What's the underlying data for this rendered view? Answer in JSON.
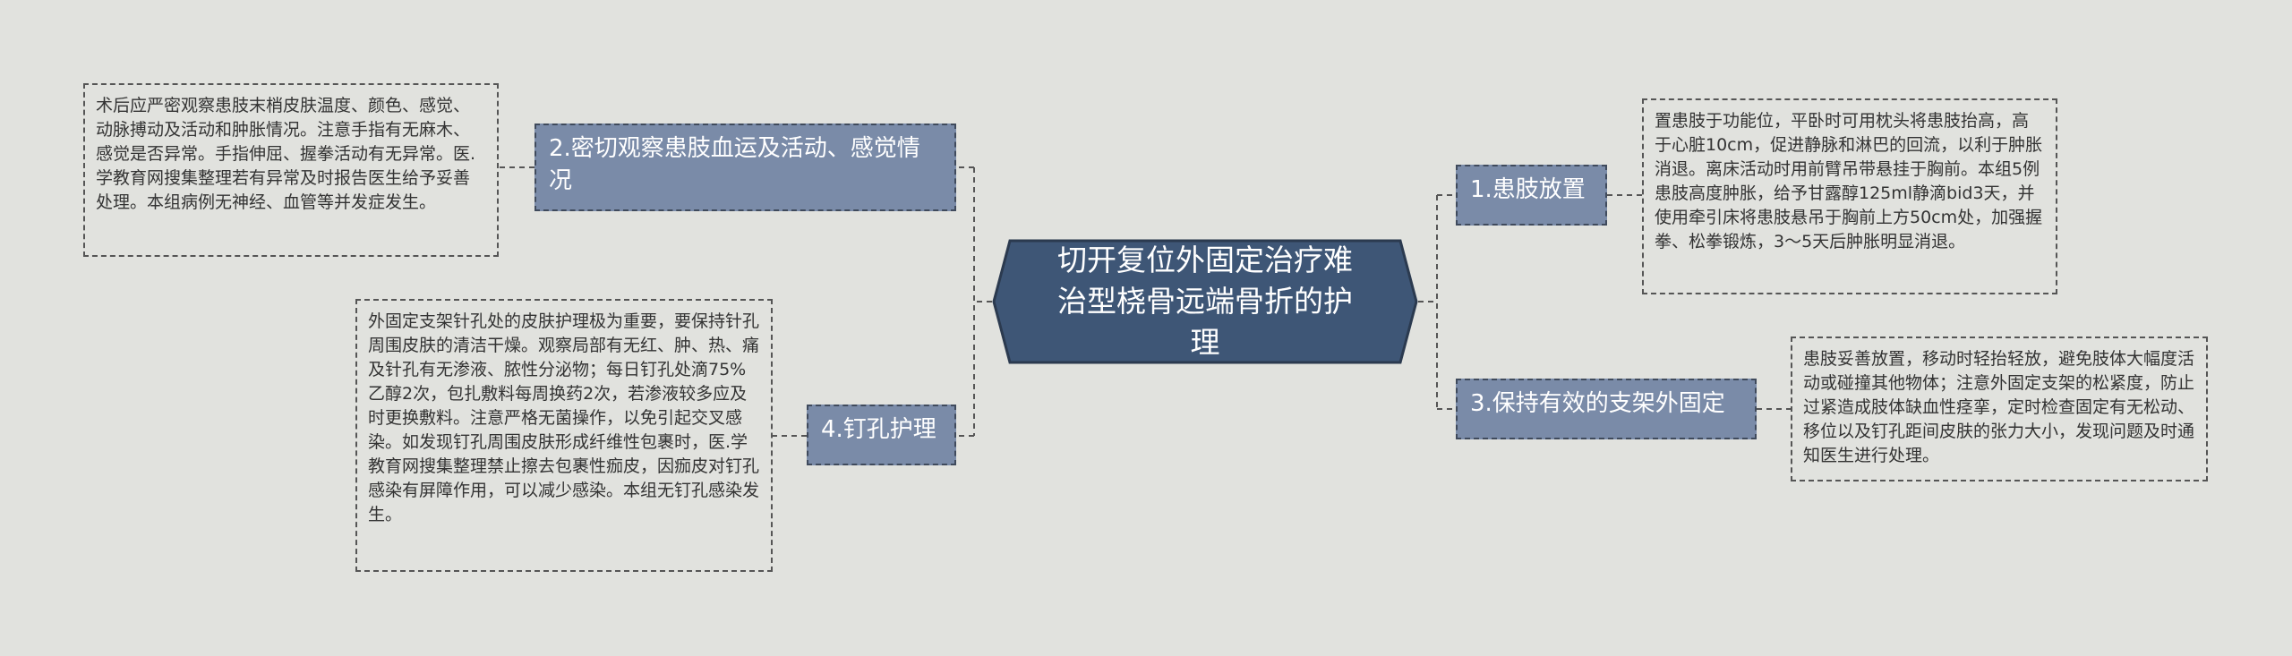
{
  "center": {
    "title": "切开复位外固定治疗难治型桡骨远端骨折的护理"
  },
  "branches": {
    "b1": {
      "label": "1.患肢放置",
      "detail": "置患肢于功能位，平卧时可用枕头将患肢抬高，高于心脏10cm，促进静脉和淋巴的回流，以利于肿胀消退。离床活动时用前臂吊带悬挂于胸前。本组5例患肢高度肿胀，给予甘露醇125ml静滴bid3天，并使用牵引床将患肢悬吊于胸前上方50cm处，加强握拳、松拳锻炼，3～5天后肿胀明显消退。"
    },
    "b2": {
      "label": "2.密切观察患肢血运及活动、感觉情况",
      "detail": "术后应严密观察患肢末梢皮肤温度、颜色、感觉、动脉搏动及活动和肿胀情况。注意手指有无麻木、感觉是否异常。手指伸屈、握拳活动有无异常。医.学教育网搜集整理若有异常及时报告医生给予妥善处理。本组病例无神经、血管等并发症发生。"
    },
    "b3": {
      "label": "3.保持有效的支架外固定",
      "detail": "患肢妥善放置，移动时轻抬轻放，避免肢体大幅度活动或碰撞其他物体；注意外固定支架的松紧度，防止过紧造成肢体缺血性痉挛，定时检查固定有无松动、移位以及钉孔距间皮肤的张力大小，发现问题及时通知医生进行处理。"
    },
    "b4": {
      "label": "4.钉孔护理",
      "detail": "外固定支架针孔处的皮肤护理极为重要，要保持针孔周围皮肤的清洁干燥。观察局部有无红、肿、热、痛及针孔有无渗液、脓性分泌物；每日钉孔处滴75%乙醇2次，包扎敷料每周换药2次，若渗液较多应及时更换敷料。注意严格无菌操作，以免引起交叉感染。如发现钉孔周围皮肤形成纤维性包裹时，医.学教育网搜集整理禁止擦去包裹性痂皮，因痂皮对钉孔感染有屏障作用，可以减少感染。本组无钉孔感染发生。"
    }
  },
  "colors": {
    "background": "#e1e2de",
    "center_fill": "#3e5676",
    "center_stroke": "#2b3a4f",
    "branch_fill": "#7a8ba8",
    "line": "#555555"
  }
}
